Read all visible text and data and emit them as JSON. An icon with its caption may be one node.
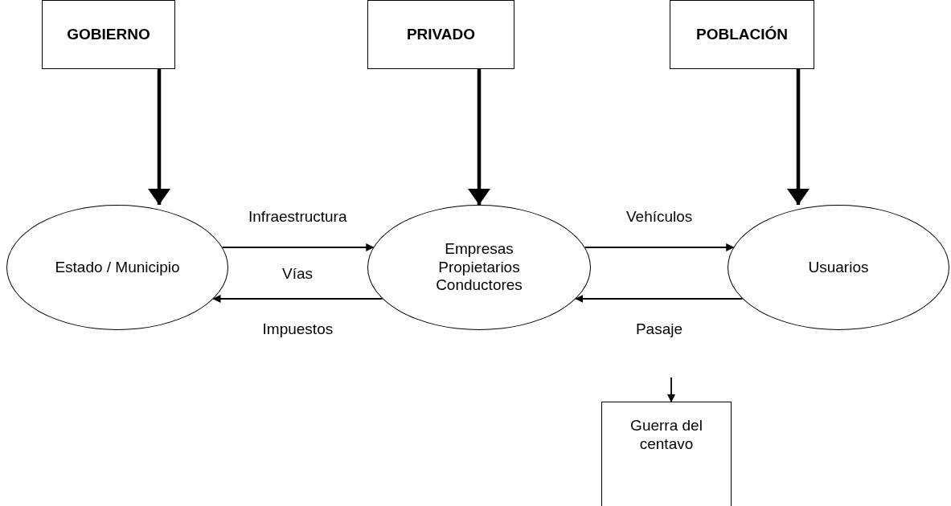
{
  "diagram": {
    "nodes": [
      {
        "text": [
          "GOBIERNO"
        ]
      },
      {
        "text": [
          "PRIVADO"
        ]
      },
      {
        "text": [
          "POBLACIÓN"
        ]
      },
      {
        "text": [
          "Estado / Municipio"
        ]
      },
      {
        "text": [
          "Empresas Propietarios Conductores"
        ]
      },
      {
        "text": [
          "Usuarios"
        ]
      },
      {
        "text": [
          "Guerra del centavo"
        ]
      }
    ],
    "edges": [
      {
        "from": 0,
        "to": 3,
        "arrow": "to",
        "style": "thick"
      },
      {
        "from": 1,
        "to": 4,
        "arrow": "to",
        "style": "thick"
      },
      {
        "from": 2,
        "to": 5,
        "arrow": "to",
        "style": "thick"
      },
      {
        "from": 3,
        "to": 4,
        "arrow": "to",
        "label": "Infraestructura"
      },
      {
        "from": 4,
        "to": 3,
        "arrow": "to",
        "label": "Impuestos"
      },
      {
        "from": 4,
        "to": 5,
        "arrow": "to",
        "label": "Vehículos"
      },
      {
        "from": 5,
        "to": 4,
        "arrow": "to",
        "label": "Pasaje"
      },
      {
        "from": null,
        "to": 6,
        "arrow": "to"
      }
    ],
    "labels": [
      "Vías"
    ]
  }
}
